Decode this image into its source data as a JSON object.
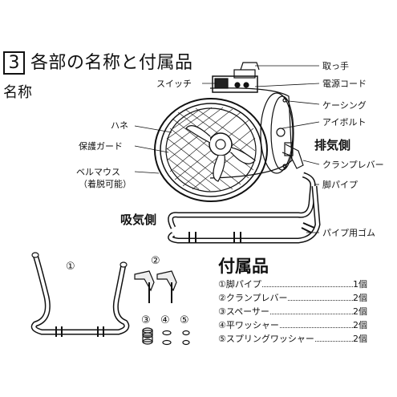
{
  "header": {
    "section_number": "3",
    "title": "各部の名称と付属品",
    "subtitle": "名称"
  },
  "labels": {
    "handle": "取っ手",
    "switch": "スイッチ",
    "power_cord": "電源コード",
    "casing": "ケーシング",
    "eye_bolt": "アイボルト",
    "blade": "ハネ",
    "guard": "保護ガード",
    "exhaust_side": "排気側",
    "clamp_lever": "クランプレバー",
    "bellmouth": "ベルマウス",
    "bellmouth_note": "（着脱可能）",
    "leg_pipe": "脚パイプ",
    "intake_side": "吸気側",
    "pipe_rubber": "パイプ用ゴム"
  },
  "parts_markers": {
    "one": "①",
    "two": "②",
    "three": "③",
    "four": "④",
    "five": "⑤"
  },
  "accessories": {
    "title": "付属品",
    "items": [
      {
        "name": "①脚パイプ",
        "qty": "1個"
      },
      {
        "name": "②クランプレバー",
        "qty": "2個"
      },
      {
        "name": "③スペーサー",
        "qty": "2個"
      },
      {
        "name": "④平ワッシャー",
        "qty": "2個"
      },
      {
        "name": "⑤スプリングワッシャー",
        "qty": "2個"
      }
    ]
  }
}
